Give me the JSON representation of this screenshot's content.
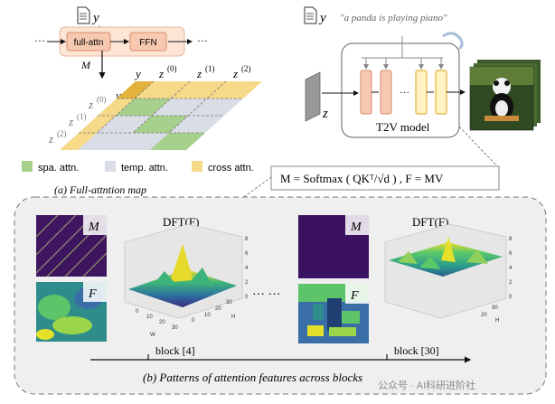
{
  "left_panel": {
    "doc_label": "y",
    "ellipsis_left": "···",
    "ellipsis_right": "···",
    "full_attn": "full-attn",
    "ffn": "FFN",
    "m_label": "M",
    "grid_top_labels": [
      "y",
      "z",
      "(0)",
      "z",
      "(1)",
      "z",
      "(2)"
    ],
    "grid_side_labels": [
      "z",
      "(0)",
      "z",
      "(1)",
      "z",
      "(2)",
      "y"
    ],
    "legend": {
      "spa": "spa. attn.",
      "temp": "temp. attn.",
      "cross": "cross attn."
    },
    "caption": "(a) Full-attntion map"
  },
  "right_panel": {
    "doc_label": "y",
    "prompt": "\"a panda is playing piano\"",
    "z_label": "z",
    "model_label": "T2V model",
    "ellipsis": "···",
    "formula": "M = Softmax ( QKᵀ/√d ) , F = MV"
  },
  "bottom_panel": {
    "m_label": "M",
    "f_label": "F",
    "dft_label": "DFT(F)",
    "block_left": "block [4]",
    "block_right": "block [30]",
    "ellipsis": "··· ···",
    "axis_ticks_z": [
      "0",
      "2",
      "4",
      "6",
      "8"
    ],
    "axis_ticks_w": [
      "0",
      "10",
      "20",
      "30"
    ],
    "axis_ticks_h": [
      "0",
      "10",
      "20",
      "30"
    ],
    "axis_w": "W",
    "axis_h": "H",
    "caption": "(b) Patterns of attention features across blocks",
    "watermark": "公众号 · AI科研进阶社"
  },
  "colors": {
    "spa": "#a8d08d",
    "temp": "#d9dde6",
    "cross": "#f7d98a",
    "module_fill": "#f6c9b0",
    "module_stroke": "#d98a6a",
    "yellow_block": "#fff3c4"
  }
}
